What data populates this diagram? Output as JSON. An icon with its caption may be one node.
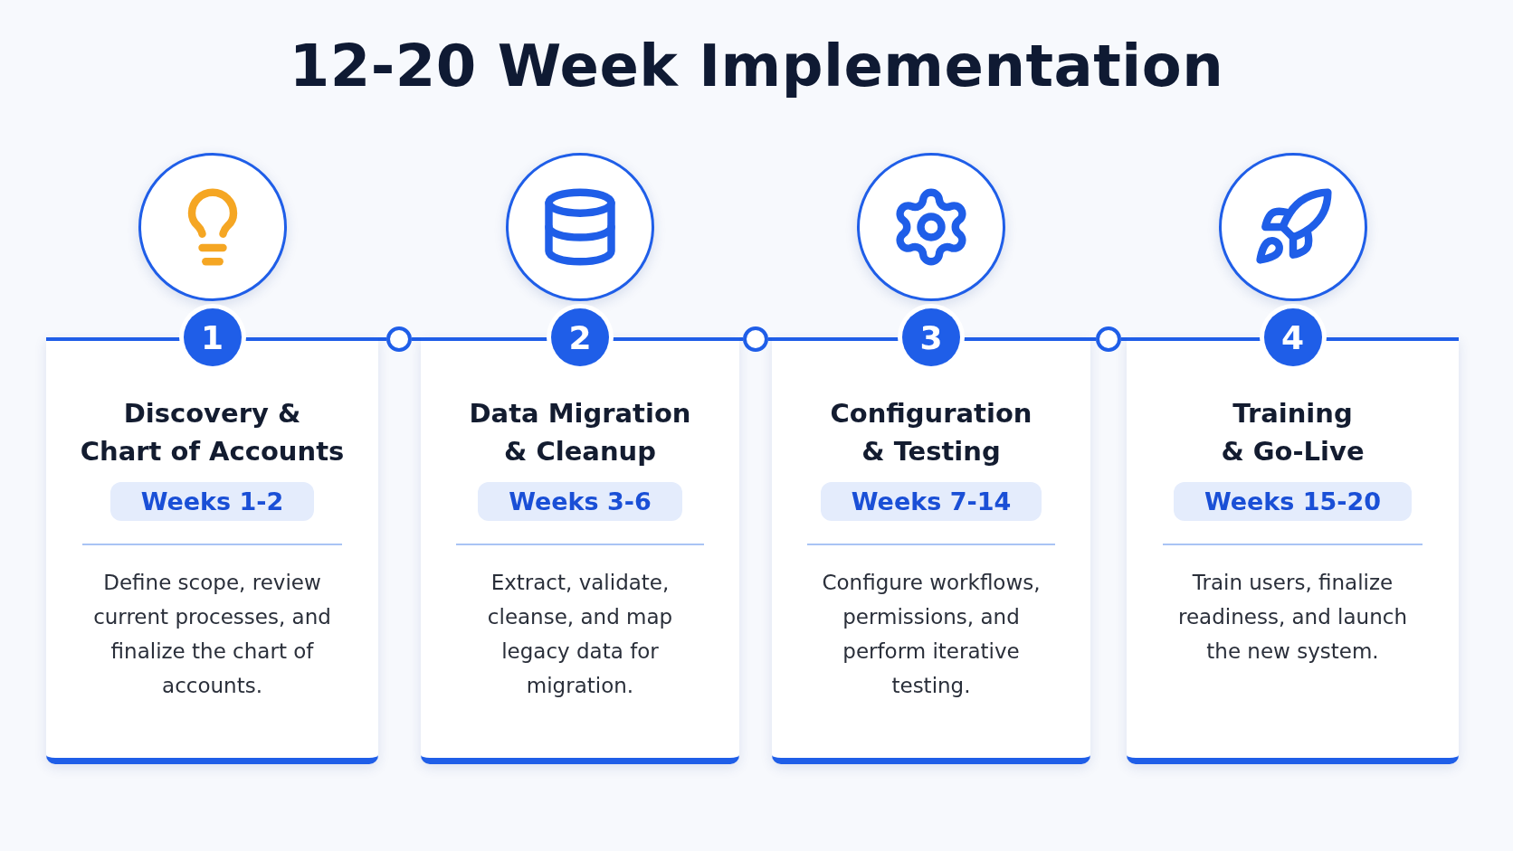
{
  "diagram": {
    "title": "12-20 Week Implementation",
    "nodes": [
      {
        "text": [
          "1",
          "Discovery & Chart of Accounts",
          "Weeks 1-2",
          "Define scope, review current processes, and finalize the chart of accounts."
        ]
      },
      {
        "text": [
          "2",
          "Data Migration & Cleanup",
          "Weeks 3-6",
          "Extract, validate, cleanse, and map legacy data for migration."
        ]
      },
      {
        "text": [
          "3",
          "Configuration & Testing",
          "Weeks 7-14",
          "Configure workflows, permissions, and perform iterative testing."
        ]
      },
      {
        "text": [
          "4",
          "Training & Go-Live",
          "Weeks 15-20",
          "Train users, finalize readiness, and launch the new system."
        ]
      },
      {
        "text": [],
        "shape": "circle"
      },
      {
        "text": [],
        "shape": "circle"
      },
      {
        "text": [],
        "shape": "circle"
      }
    ],
    "edges": [
      {
        "from": 0,
        "to": 4,
        "arrow": "none"
      },
      {
        "from": 4,
        "to": 1,
        "arrow": "none"
      },
      {
        "from": 1,
        "to": 5,
        "arrow": "none"
      },
      {
        "from": 5,
        "to": 2,
        "arrow": "none"
      },
      {
        "from": 2,
        "to": 6,
        "arrow": "none"
      },
      {
        "from": 6,
        "to": 3,
        "arrow": "none"
      }
    ]
  }
}
